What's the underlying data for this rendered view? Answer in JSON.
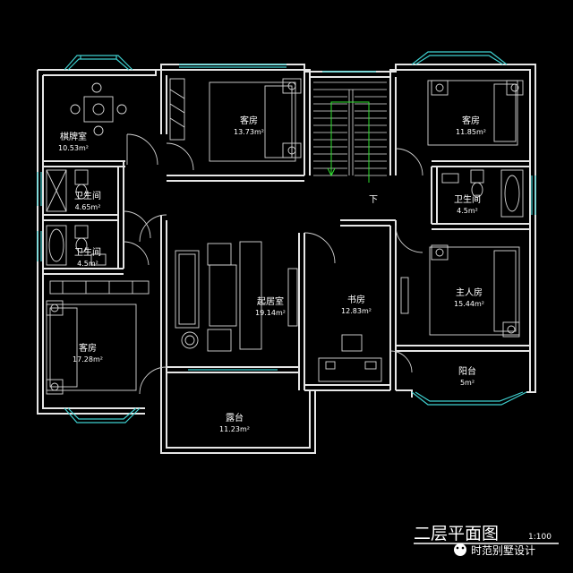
{
  "rooms": [
    {
      "name": "棋牌室",
      "area": "10.53m²"
    },
    {
      "name": "客房",
      "area": "13.73m²"
    },
    {
      "name": "客房",
      "area": "11.85m²"
    },
    {
      "name": "卫生间",
      "area": "4.65m²"
    },
    {
      "name": "卫生间",
      "area": "4.5m²"
    },
    {
      "name": "卫生间",
      "area": "4.5m²"
    },
    {
      "name": "起居室",
      "area": "19.14m²"
    },
    {
      "name": "书房",
      "area": "12.83m²"
    },
    {
      "name": "主人房",
      "area": "15.44m²"
    },
    {
      "name": "客房",
      "area": "17.28m²"
    },
    {
      "name": "阳台",
      "area": "5m²"
    },
    {
      "name": "露台",
      "area": "11.23m²"
    }
  ],
  "stair_label": "下",
  "drawing_title": "二层平面图",
  "scale_text": "1:100",
  "watermark": "时范别墅设计",
  "colors": {
    "background": "#000000",
    "walls": "#e6e6e6",
    "windows": "#3fd0d0",
    "stair_arrow": "#30e030"
  }
}
